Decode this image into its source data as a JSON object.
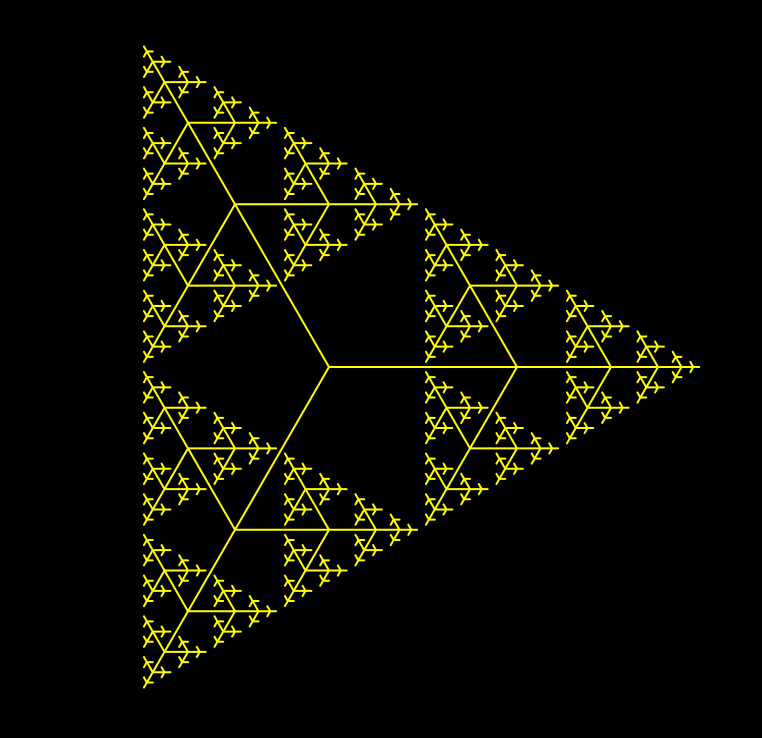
{
  "canvas": {
    "background": "#000000",
    "stroke_color": "#ffff00"
  },
  "fractal": {
    "kind": "h-tree-triangle",
    "depth": 6,
    "branches": 3,
    "scale_ratio": 0.5
  }
}
